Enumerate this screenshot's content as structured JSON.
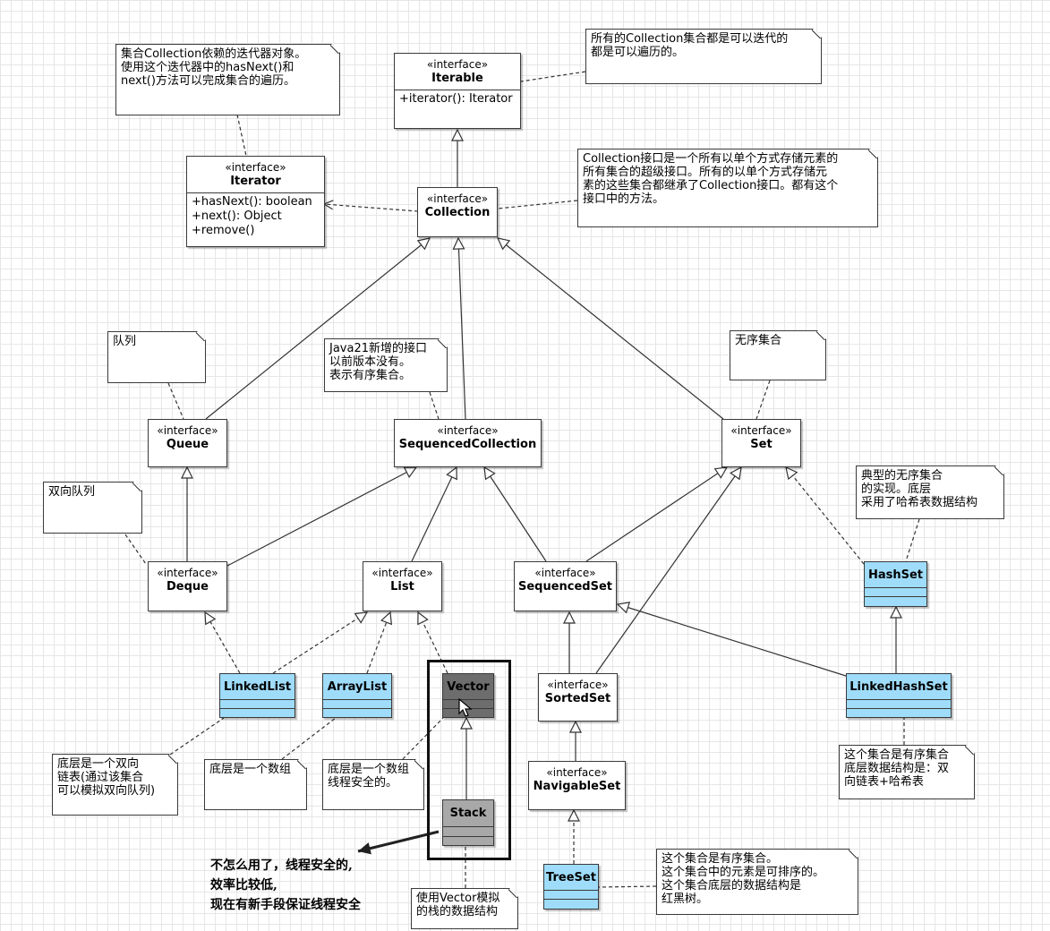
{
  "stereotype": "«interface»",
  "interfaces": {
    "iterable": {
      "name": "Iterable",
      "members": [
        "+iterator(): Iterator"
      ]
    },
    "iterator": {
      "name": "Iterator",
      "members": [
        "+hasNext(): boolean",
        "+next(): Object",
        "+remove()"
      ]
    },
    "collection": {
      "name": "Collection"
    },
    "queue": {
      "name": "Queue"
    },
    "sequenced_collection": {
      "name": "SequencedCollection"
    },
    "set": {
      "name": "Set"
    },
    "deque": {
      "name": "Deque"
    },
    "list": {
      "name": "List"
    },
    "sequenced_set": {
      "name": "SequencedSet"
    },
    "sorted_set": {
      "name": "SortedSet"
    },
    "navigable_set": {
      "name": "NavigableSet"
    }
  },
  "classes": {
    "linked_list": "LinkedList",
    "array_list": "ArrayList",
    "vector": "Vector",
    "stack": "Stack",
    "hash_set": "HashSet",
    "linked_hash_set": "LinkedHashSet",
    "tree_set": "TreeSet"
  },
  "notes": {
    "iterator": [
      "集合Collection依赖的迭代器对象。",
      "使用这个迭代器中的hasNext()和",
      "next()方法可以完成集合的遍历。"
    ],
    "iterable": [
      "所有的Collection集合都是可以迭代的",
      "都是可以遍历的。"
    ],
    "collection": [
      "Collection接口是一个所有以单个方式存储元素的",
      "所有集合的超级接口。所有的以单个方式存储元",
      "素的这些集合都继承了Collection接口。都有这个",
      "接口中的方法。"
    ],
    "queue": [
      "队列"
    ],
    "sequenced_collection": [
      "Java21新增的接口",
      "以前版本没有。",
      "表示有序集合。"
    ],
    "set": [
      "无序集合"
    ],
    "deque": [
      "双向队列"
    ],
    "hash_set": [
      "典型的无序集合",
      "的实现。底层",
      "采用了哈希表数据结构"
    ],
    "linked_list": [
      "底层是一个双向",
      "链表(通过该集合",
      "可以模拟双向队列)"
    ],
    "array_list": [
      "底层是一个数组"
    ],
    "vector": [
      "底层是一个数组",
      "线程安全的。"
    ],
    "linked_hash_set": [
      "这个集合是有序集合",
      "底层数据结构是：双",
      "向链表+哈希表"
    ],
    "stack": [
      "使用Vector模拟",
      "的栈的数据结构"
    ],
    "tree_set": [
      "这个集合是有序集合。",
      "这个集合中的元素是可排序的。",
      "这个集合底层的数据结构是",
      "红黑树。"
    ]
  },
  "annotation": [
    "不怎么用了，线程安全的,",
    "效率比较低,",
    "现在有新手段保证线程安全"
  ],
  "colors": {
    "class_fill": "#9fdcfa",
    "vector_fill": "#6d6d6d",
    "stack_fill": "#a8a8a8",
    "note_fill": "#ffffff",
    "grid": "#e6e6e6"
  }
}
